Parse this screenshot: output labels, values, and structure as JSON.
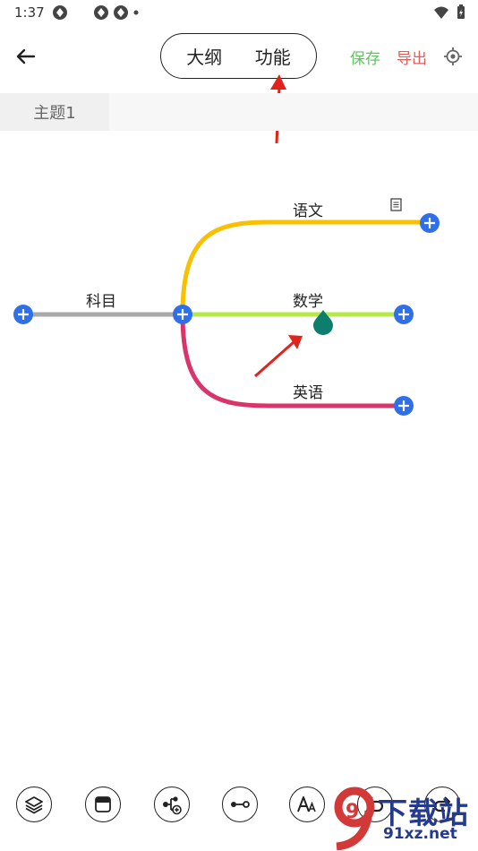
{
  "status_bar": {
    "time": "1:37"
  },
  "top_bar": {
    "mode_outline": "大纲",
    "mode_function": "功能",
    "save_label": "保存",
    "export_label": "导出"
  },
  "tab": {
    "label": "主题1"
  },
  "mindmap": {
    "root": "科目",
    "children": [
      "语文",
      "数学",
      "英语"
    ]
  },
  "colors": {
    "save": "#5cc65c",
    "export": "#e25b5b",
    "branch_yuwen": "#f9c000",
    "branch_shuxue": "#b6e84a",
    "branch_yingyu": "#d9356a",
    "root_line": "#a8a8a8",
    "add_button": "#2f6fe8",
    "teal_marker": "#0d7d6e"
  },
  "toolbar": {
    "tools": [
      "layers-icon",
      "window-icon",
      "add-child-node-icon",
      "connect-line-icon",
      "text-style-icon",
      "undo-icon",
      "redo-icon"
    ]
  },
  "watermark": {
    "text": "下载站",
    "url": "91xz.net",
    "number": "9"
  }
}
